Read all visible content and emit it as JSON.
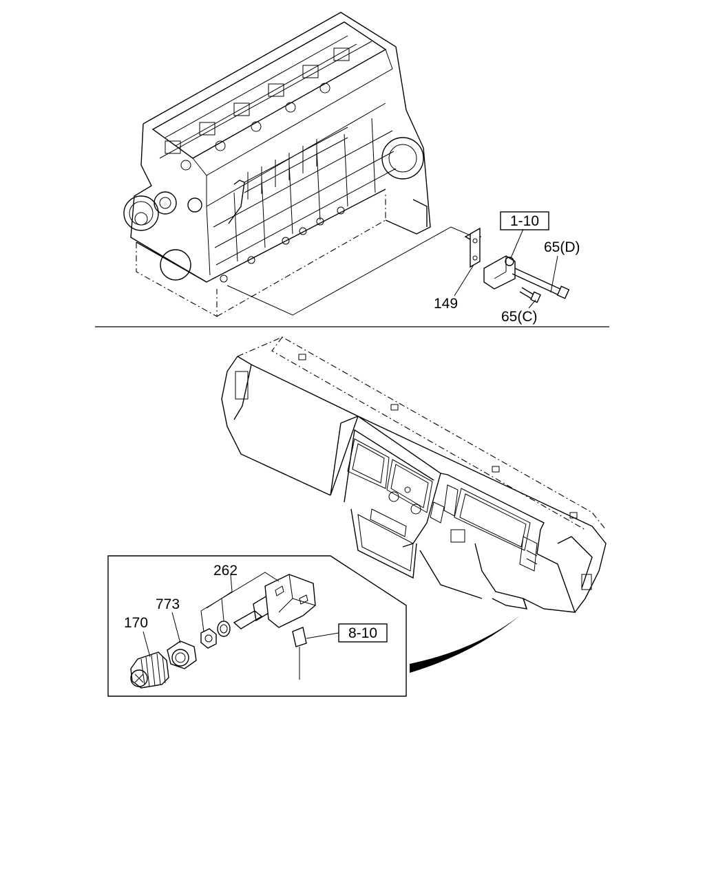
{
  "diagram": {
    "callouts": {
      "engine_sensor_ref": "1-10",
      "bolt_d": "65(D)",
      "bolt_c": "65(C)",
      "bracket": "149",
      "switch": "262",
      "nut": "773",
      "knob": "170",
      "harness_ref": "8-10"
    }
  }
}
